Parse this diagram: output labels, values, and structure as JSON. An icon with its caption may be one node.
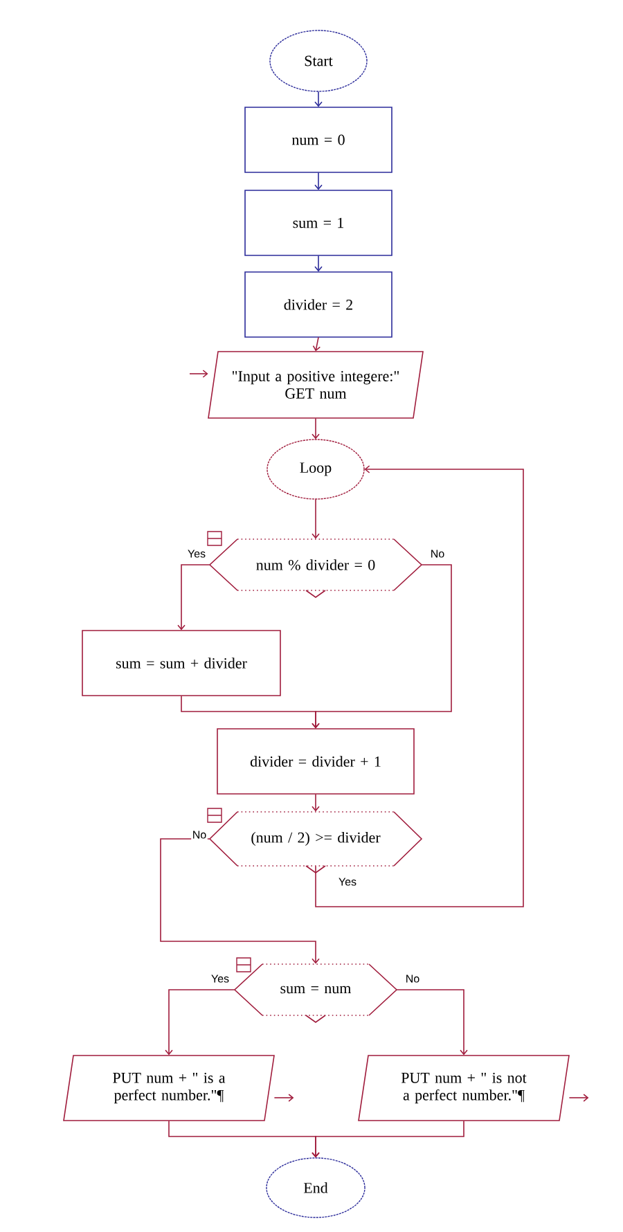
{
  "diagram": {
    "nodes": [
      {
        "text": [
          "Start"
        ]
      },
      {
        "text": [
          "num = 0"
        ]
      },
      {
        "text": [
          "sum = 1"
        ]
      },
      {
        "text": [
          "divider = 2"
        ]
      },
      {
        "text": [
          "\"Input a positive integere:\"",
          "GET num"
        ]
      },
      {
        "text": [
          "Loop"
        ]
      },
      {
        "text": [
          "num % divider = 0"
        ]
      },
      {
        "text": [
          "sum = sum  +  divider"
        ]
      },
      {
        "text": [
          "divider = divider  +  1"
        ]
      },
      {
        "text": [
          "(num / 2) >= divider"
        ]
      },
      {
        "text": [
          "sum = num"
        ]
      },
      {
        "text": [
          "PUT num  +  \" is a perfect number.\"¶"
        ]
      },
      {
        "text": [
          "PUT num  +  \" is not a perfect number.\"¶"
        ]
      },
      {
        "text": [
          "End"
        ]
      }
    ],
    "edges": [
      {
        "from": 0,
        "to": 1,
        "arrow": "to",
        "color": "#2b2b9a"
      },
      {
        "from": 1,
        "to": 2,
        "arrow": "to",
        "color": "#2b2b9a"
      },
      {
        "from": 2,
        "to": 3,
        "arrow": "to",
        "color": "#2b2b9a"
      },
      {
        "from": 3,
        "to": 4,
        "arrow": "to"
      },
      {
        "from": 4,
        "to": 5,
        "arrow": "to"
      },
      {
        "from": 5,
        "to": 6,
        "arrow": "to"
      },
      {
        "from": 6,
        "to": 7,
        "arrow": "to",
        "label": "Yes"
      },
      {
        "from": 6,
        "to": 8,
        "arrow": "to",
        "label": "No"
      },
      {
        "from": 7,
        "to": 8,
        "arrow": "to"
      },
      {
        "from": 8,
        "to": 9,
        "arrow": "to"
      },
      {
        "from": 9,
        "to": 5,
        "arrow": "to",
        "label": "Yes"
      },
      {
        "from": 9,
        "to": 10,
        "arrow": "to",
        "label": "No"
      },
      {
        "from": 10,
        "to": 11,
        "arrow": "to",
        "label": "Yes"
      },
      {
        "from": 10,
        "to": 12,
        "arrow": "to",
        "label": "No"
      },
      {
        "from": 11,
        "to": 13,
        "arrow": "to"
      },
      {
        "from": 12,
        "to": 13,
        "arrow": "to"
      },
      {
        "from": null,
        "to": 4,
        "arrow": "to"
      },
      {
        "from": 11,
        "to": null,
        "arrow": "to"
      },
      {
        "from": 12,
        "to": null,
        "arrow": "to"
      }
    ]
  }
}
